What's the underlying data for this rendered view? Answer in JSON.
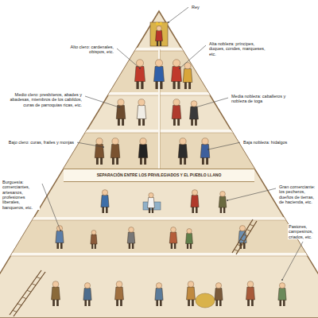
{
  "diagram": {
    "nodes": [
      {
        "text": [
          "SEPARACIÓN ENTRE LOS PRIVILEGIADOS Y EL PUEBLO LLANO"
        ]
      }
    ],
    "labels": [
      "Rey",
      "Alto clero: cardenales, obispos, etc.",
      "Alta nobleza: príncipes, duques, condes, marqueses, etc.",
      "Medio clero: presbíteros, abades y abadesas, miembros de los cabildos, curas de parroquias ricas, etc.",
      "Media nobleza: caballeros y nobleza de toga",
      "Bajo clero: curas, frailes y monjas",
      "Baja nobleza: hidalgos",
      "Burguesía: comerciantes, artesanos, profesiones liberales, banqueros, etc.",
      "Gran comerciante: los pecheros, dueños de tierras, de hacienda, etc.",
      "Pastores, campesinos, criados, etc."
    ]
  }
}
